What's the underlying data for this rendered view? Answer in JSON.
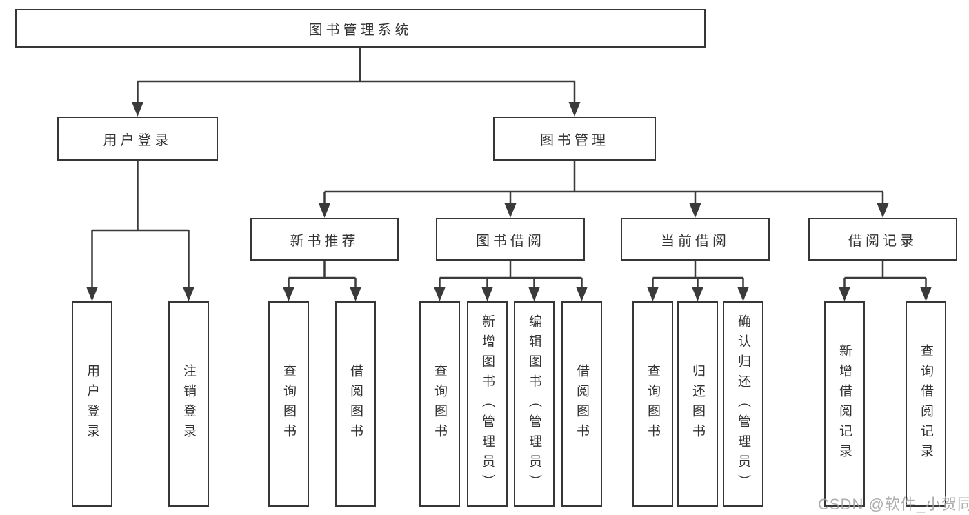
{
  "nodes": {
    "root": "图书管理系统",
    "user_login": "用户登录",
    "book_mgmt": "图书管理",
    "new_books": "新书推荐",
    "book_borrow": "图书借阅",
    "current_borrow": "当前借阅",
    "borrow_records": "借阅记录",
    "leaves": {
      "user_login": [
        "用户登录",
        "注销登录"
      ],
      "new_books": [
        "查询图书",
        "借阅图书"
      ],
      "book_borrow": [
        "查询图书",
        "新增图书（管理员）",
        "编辑图书（管理员）",
        "借阅图书"
      ],
      "current_borrow": [
        "查询图书",
        "归还图书",
        "确认归还（管理员）"
      ],
      "borrow_records": [
        "新增借阅记录",
        "查询借阅记录"
      ]
    }
  },
  "watermark": "CSDN @软件_小贺同学",
  "colors": {
    "line": "#3a3a3a",
    "border": "#363636",
    "text": "#333333",
    "watermark": "#a0a0a0",
    "background": "#ffffff"
  }
}
